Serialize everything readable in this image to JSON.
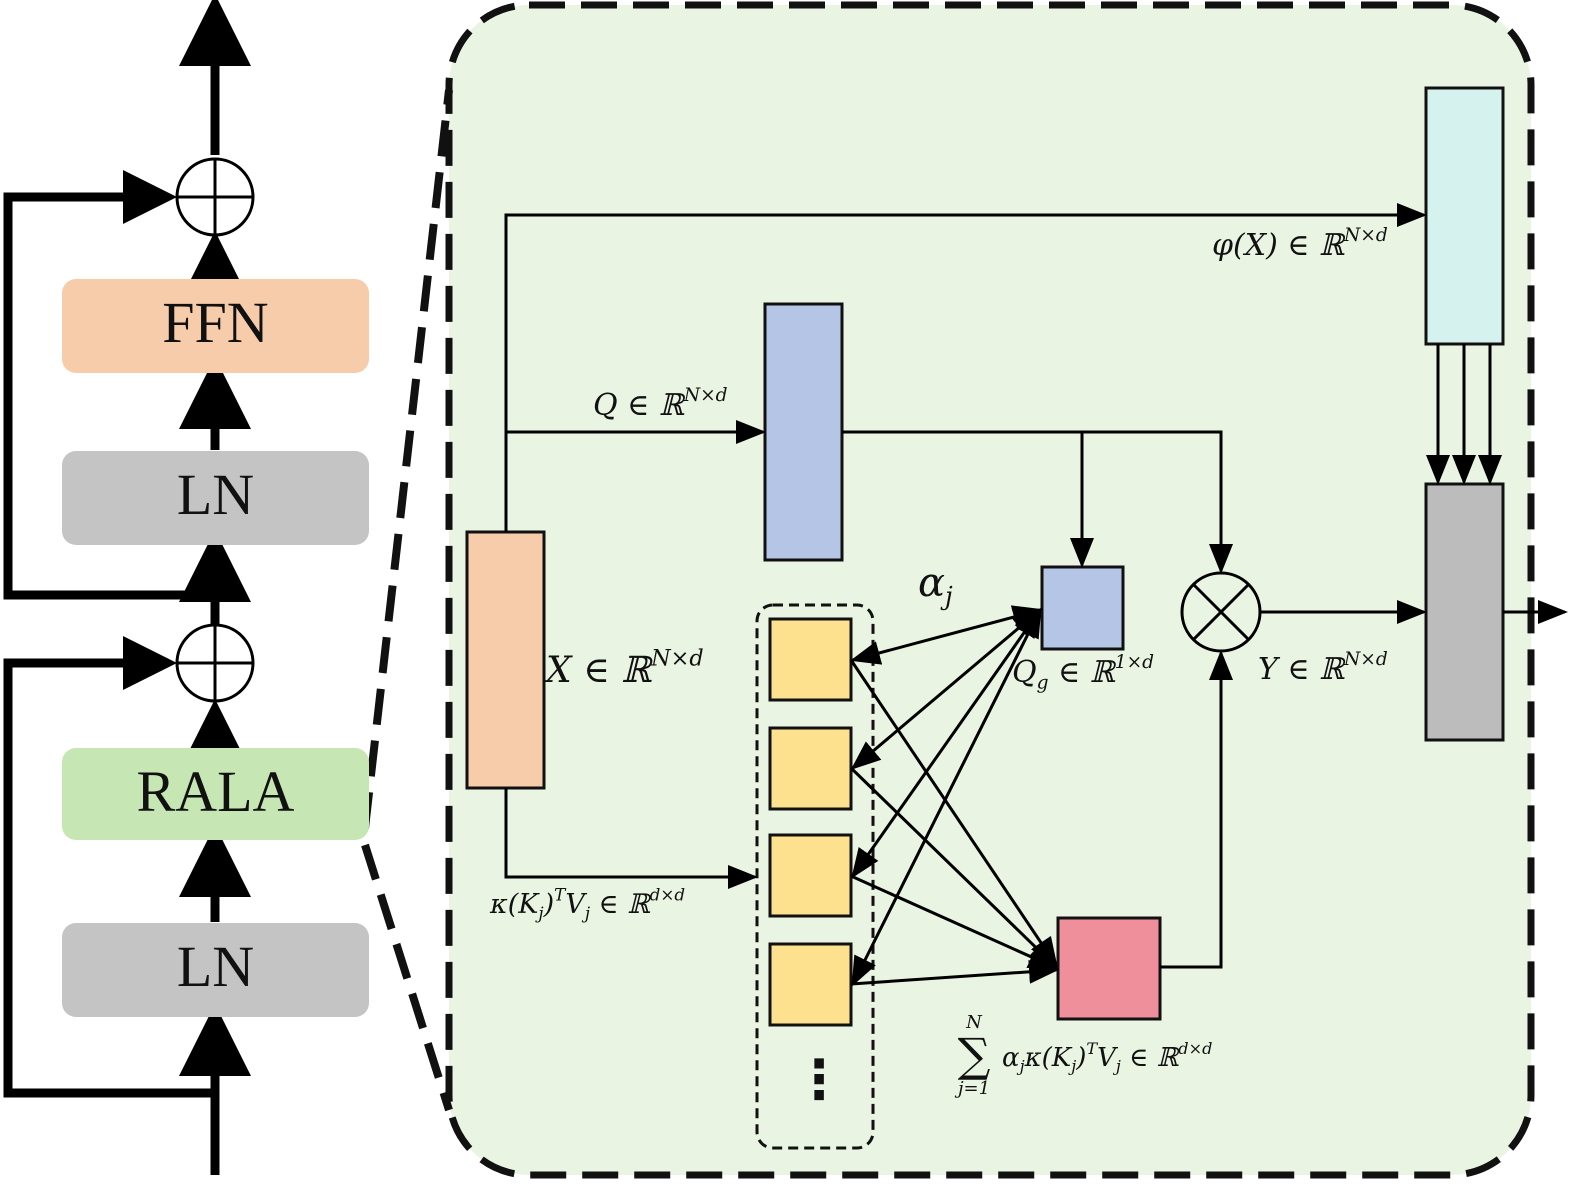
{
  "blocks": {
    "ffn": "FFN",
    "ln_top": "LN",
    "rala": "RALA",
    "ln_bottom": "LN"
  },
  "labels": {
    "phi": {
      "lhs": "φ(X) ∈ ℝ",
      "sup": "N×d"
    },
    "q": {
      "lhs": "Q ∈ ℝ",
      "sup": "N×d"
    },
    "x": {
      "lhs": "X ∈ ℝ",
      "sup": "N×d"
    },
    "kv": {
      "pre": "κ(K",
      "sub": "j",
      "mid": ")",
      "sup1": "T",
      "v": "V",
      "sub2": "j",
      "in": " ∈ ℝ",
      "sup": "d×d"
    },
    "alpha": {
      "base": "α",
      "sub": "j"
    },
    "qg": {
      "base": "Q",
      "sub": "g",
      "in": " ∈ ℝ",
      "sup": "1×d"
    },
    "y": {
      "lhs": "Y ∈ ℝ",
      "sup": "N×d"
    },
    "sum": {
      "top": "N",
      "symbol": "∑",
      "bottom": "j=1",
      "body_pre": "α",
      "body_sub": "j",
      "body_mid": "κ(K",
      "body_sub2": "j",
      "body_close": ")",
      "body_sup": "T",
      "body_v": "V",
      "body_sub3": "j",
      "body_in": " ∈ ℝ",
      "body_supd": "d×d"
    },
    "ellipsis": "⋮"
  },
  "colors": {
    "panel_bg": "#eaf4e2",
    "ffn": "#f7ccab",
    "ln": "#c4c4c4",
    "rala": "#c6e6b3",
    "x_block": "#f7ccab",
    "q_block": "#b4c5e6",
    "phi_block": "#d6f2ef",
    "out_block": "#bcbcbc",
    "kv_square": "#fde18e",
    "sum_block": "#ee8f9b",
    "stroke": "#111111"
  }
}
